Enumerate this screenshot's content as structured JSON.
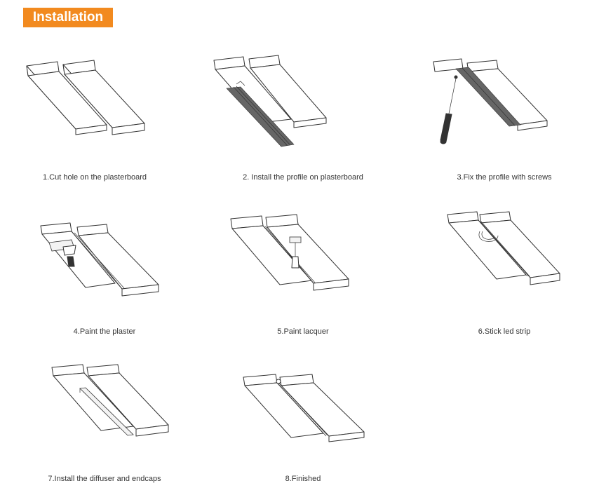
{
  "header": {
    "title": "Installation",
    "color": "#f28a1f"
  },
  "steps": [
    {
      "caption": "1.Cut hole on the plasterboard"
    },
    {
      "caption": "2. Install the profile on plasterboard"
    },
    {
      "caption": "3.Fix the profile with screws"
    },
    {
      "caption": "4.Paint the plaster"
    },
    {
      "caption": "5.Paint lacquer"
    },
    {
      "caption": "6.Stick led strip"
    },
    {
      "caption": "7.Install the diffuser and endcaps"
    },
    {
      "caption": "8.Finished"
    }
  ]
}
